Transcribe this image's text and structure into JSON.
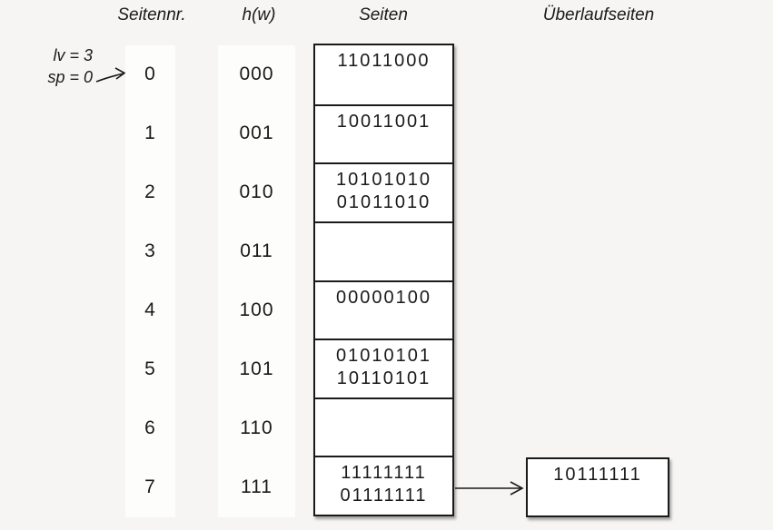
{
  "header": {
    "col_seitennr": "Seitennr.",
    "col_hw": "h(w)",
    "col_seiten": "Seiten",
    "col_ueberlauf": "Überlaufseiten"
  },
  "annotation": {
    "level": "lv = 3",
    "split_pointer": "sp = 0",
    "points_to_row": "0"
  },
  "table": {
    "rows": [
      {
        "nr": "0",
        "hw": "000",
        "entries": [
          "11011000"
        ]
      },
      {
        "nr": "1",
        "hw": "001",
        "entries": [
          "10011001"
        ]
      },
      {
        "nr": "2",
        "hw": "010",
        "entries": [
          "10101010",
          "01011010"
        ]
      },
      {
        "nr": "3",
        "hw": "011",
        "entries": []
      },
      {
        "nr": "4",
        "hw": "100",
        "entries": [
          "00000100"
        ]
      },
      {
        "nr": "5",
        "hw": "101",
        "entries": [
          "01010101",
          "10110101"
        ]
      },
      {
        "nr": "6",
        "hw": "110",
        "entries": []
      },
      {
        "nr": "7",
        "hw": "111",
        "entries": [
          "11111111",
          "01111111"
        ]
      }
    ]
  },
  "overflow": {
    "linked_row": "7",
    "entries": [
      "10111111"
    ]
  },
  "icons": {
    "overflow_arrow": "right-arrow-icon",
    "split_pointer_arrow": "up-right-arrow-icon"
  },
  "colors": {
    "background": "#f6f5f3",
    "strip": "#fdfdfc",
    "box_fill": "#ffffff",
    "line": "#1a1a1a"
  }
}
